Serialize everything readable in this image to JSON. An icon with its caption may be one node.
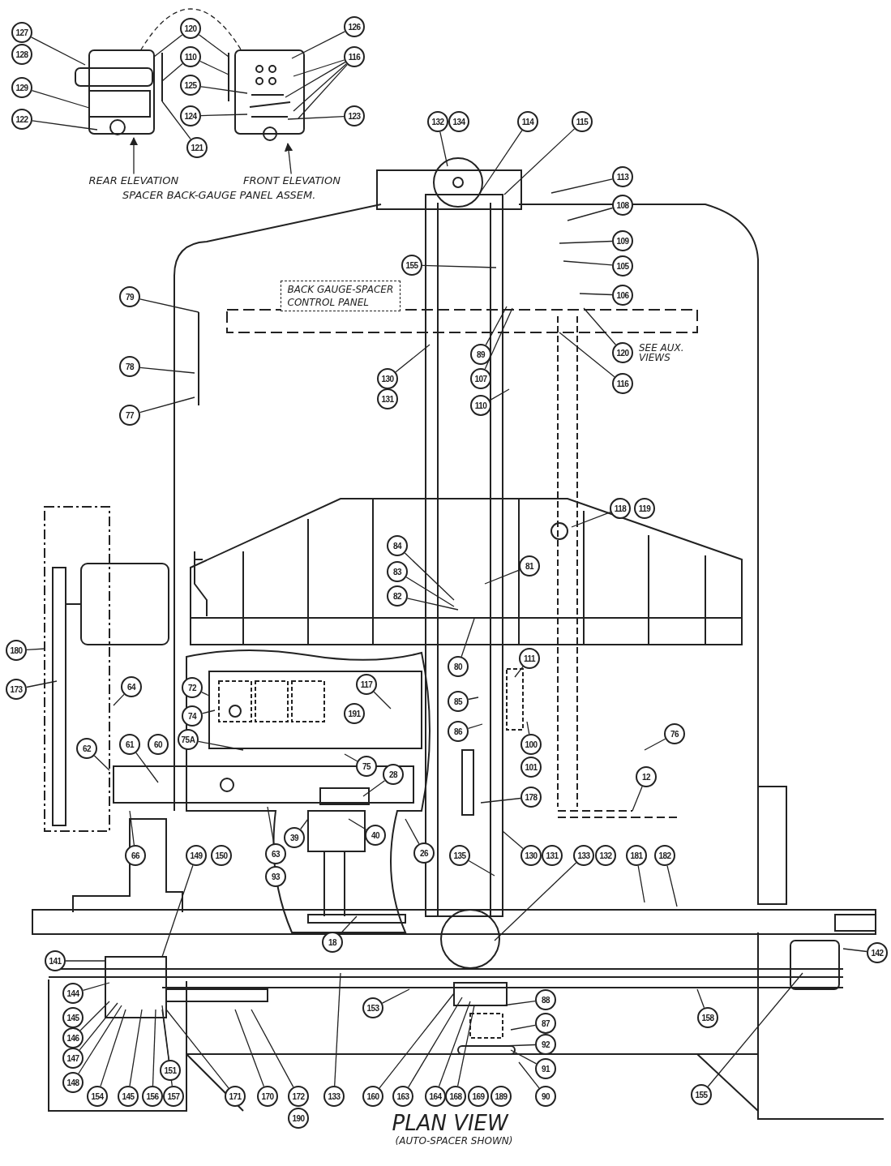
{
  "diagram": {
    "nodes": [
      {
        "text": [
          "127"
        ]
      },
      {
        "text": [
          "128"
        ]
      },
      {
        "text": [
          "120"
        ]
      },
      {
        "text": [
          "126"
        ]
      },
      {
        "text": [
          "110"
        ]
      },
      {
        "text": [
          "116"
        ]
      },
      {
        "text": [
          "129"
        ]
      },
      {
        "text": [
          "125"
        ]
      },
      {
        "text": [
          "122"
        ]
      },
      {
        "text": [
          "124"
        ]
      },
      {
        "text": [
          "123"
        ]
      },
      {
        "text": [
          "121"
        ]
      },
      {
        "text": [
          "REAR ELEVATION"
        ]
      },
      {
        "text": [
          "FRONT ELEVATION"
        ]
      },
      {
        "text": [
          "132"
        ]
      },
      {
        "text": [
          "134"
        ]
      },
      {
        "text": [
          "114"
        ]
      },
      {
        "text": [
          "115"
        ]
      },
      {
        "text": [
          "113"
        ]
      },
      {
        "text": [
          "108"
        ]
      },
      {
        "text": [
          "109"
        ]
      },
      {
        "text": [
          "105"
        ]
      },
      {
        "text": [
          "155"
        ]
      },
      {
        "text": [
          "106"
        ]
      },
      {
        "text": [
          "BACK GAUGE-SPACER",
          "CONTROL PANEL"
        ]
      },
      {
        "text": [
          "79"
        ]
      },
      {
        "text": [
          "120"
        ],
        "beside": [
          "SEE AUX. VIEWS"
        ]
      },
      {
        "text": [
          "89"
        ]
      },
      {
        "text": [
          "78"
        ]
      },
      {
        "text": [
          "130"
        ]
      },
      {
        "text": [
          "107"
        ]
      },
      {
        "text": [
          "116"
        ]
      },
      {
        "text": [
          "131"
        ]
      },
      {
        "text": [
          "110"
        ]
      },
      {
        "text": [
          "77"
        ]
      },
      {
        "text": [
          "118"
        ]
      },
      {
        "text": [
          "119"
        ]
      },
      {
        "text": [
          "84"
        ]
      },
      {
        "text": [
          "81"
        ]
      },
      {
        "text": [
          "83"
        ]
      },
      {
        "text": [
          "82"
        ]
      },
      {
        "text": [
          "180"
        ]
      },
      {
        "text": [
          "80"
        ]
      },
      {
        "text": [
          "111"
        ]
      },
      {
        "text": [
          "117"
        ]
      },
      {
        "text": [
          "64"
        ]
      },
      {
        "text": [
          "72"
        ]
      },
      {
        "text": [
          "173"
        ]
      },
      {
        "text": [
          "85"
        ]
      },
      {
        "text": [
          "191"
        ]
      },
      {
        "text": [
          "74"
        ]
      },
      {
        "text": [
          "86"
        ]
      },
      {
        "text": [
          "76"
        ]
      },
      {
        "text": [
          "75A"
        ]
      },
      {
        "text": [
          "62"
        ]
      },
      {
        "text": [
          "61"
        ]
      },
      {
        "text": [
          "60"
        ]
      },
      {
        "text": [
          "100"
        ]
      },
      {
        "text": [
          "75"
        ]
      },
      {
        "text": [
          "101"
        ]
      },
      {
        "text": [
          "28"
        ]
      },
      {
        "text": [
          "12"
        ]
      },
      {
        "text": [
          "178"
        ]
      },
      {
        "text": [
          "39"
        ]
      },
      {
        "text": [
          "40"
        ]
      },
      {
        "text": [
          "63"
        ]
      },
      {
        "text": [
          "66"
        ]
      },
      {
        "text": [
          "149"
        ]
      },
      {
        "text": [
          "150"
        ]
      },
      {
        "text": [
          "26"
        ]
      },
      {
        "text": [
          "135"
        ]
      },
      {
        "text": [
          "130"
        ]
      },
      {
        "text": [
          "131"
        ]
      },
      {
        "text": [
          "133"
        ]
      },
      {
        "text": [
          "132"
        ]
      },
      {
        "text": [
          "181"
        ]
      },
      {
        "text": [
          "182"
        ]
      },
      {
        "text": [
          "93"
        ]
      },
      {
        "text": [
          "18"
        ]
      },
      {
        "text": [
          "142"
        ]
      },
      {
        "text": [
          "141"
        ]
      },
      {
        "text": [
          "144"
        ]
      },
      {
        "text": [
          "153"
        ]
      },
      {
        "text": [
          "88"
        ]
      },
      {
        "text": [
          "158"
        ]
      },
      {
        "text": [
          "145"
        ]
      },
      {
        "text": [
          "87"
        ]
      },
      {
        "text": [
          "146"
        ]
      },
      {
        "text": [
          "92"
        ]
      },
      {
        "text": [
          "147"
        ]
      },
      {
        "text": [
          "91"
        ]
      },
      {
        "text": [
          "151"
        ]
      },
      {
        "text": [
          "148"
        ]
      },
      {
        "text": [
          "154"
        ]
      },
      {
        "text": [
          "145"
        ]
      },
      {
        "text": [
          "156"
        ]
      },
      {
        "text": [
          "157"
        ]
      },
      {
        "text": [
          "171"
        ]
      },
      {
        "text": [
          "170"
        ]
      },
      {
        "text": [
          "172"
        ]
      },
      {
        "text": [
          "133"
        ]
      },
      {
        "text": [
          "160"
        ]
      },
      {
        "text": [
          "163"
        ]
      },
      {
        "text": [
          "164"
        ]
      },
      {
        "text": [
          "168"
        ]
      },
      {
        "text": [
          "169"
        ]
      },
      {
        "text": [
          "189"
        ]
      },
      {
        "text": [
          "90"
        ]
      },
      {
        "text": [
          "155"
        ]
      },
      {
        "text": [
          "190"
        ]
      },
      {
        "text": [],
        "shape": "picture"
      },
      {
        "text": [],
        "shape": "picture"
      }
    ],
    "edges": [
      {
        "from": 0,
        "to": 110,
        "arrow": "none"
      },
      {
        "from": 2,
        "to": 110,
        "arrow": "none"
      },
      {
        "from": 2,
        "to": 111,
        "arrow": "none"
      },
      {
        "from": 3,
        "to": 111,
        "arrow": "none"
      },
      {
        "from": 4,
        "to": 110,
        "arrow": "none"
      },
      {
        "from": 4,
        "to": 111,
        "arrow": "none"
      },
      {
        "from": 5,
        "to": 111,
        "arrow": "none"
      },
      {
        "from": 5,
        "to": 111,
        "arrow": "none"
      },
      {
        "from": 5,
        "to": 111,
        "arrow": "none"
      },
      {
        "from": 5,
        "to": 111,
        "arrow": "none"
      },
      {
        "from": 6,
        "to": 110,
        "arrow": "none"
      },
      {
        "from": 7,
        "to": 111,
        "arrow": "none"
      },
      {
        "from": 8,
        "to": 110,
        "arrow": "none"
      },
      {
        "from": 9,
        "to": 111,
        "arrow": "none"
      },
      {
        "from": 10,
        "to": 111,
        "arrow": "none"
      },
      {
        "from": 11,
        "to": 110,
        "arrow": "none"
      },
      {
        "from": 12,
        "to": 110,
        "arrow": "to"
      },
      {
        "from": 13,
        "to": 111,
        "arrow": "to"
      },
      {
        "from": 14,
        "to": null,
        "arrow": "none"
      },
      {
        "from": 16,
        "to": null,
        "arrow": "none"
      },
      {
        "from": 17,
        "to": null,
        "arrow": "none"
      },
      {
        "from": 18,
        "to": null,
        "arrow": "none"
      },
      {
        "from": 19,
        "to": null,
        "arrow": "none"
      },
      {
        "from": 20,
        "to": null,
        "arrow": "none"
      },
      {
        "from": 21,
        "to": null,
        "arrow": "none"
      },
      {
        "from": 22,
        "to": null,
        "arrow": "none"
      },
      {
        "from": 23,
        "to": null,
        "arrow": "none"
      },
      {
        "from": 25,
        "to": null,
        "arrow": "none"
      },
      {
        "from": 26,
        "to": null,
        "arrow": "none"
      },
      {
        "from": 27,
        "to": null,
        "arrow": "none"
      },
      {
        "from": 28,
        "to": null,
        "arrow": "none"
      },
      {
        "from": 29,
        "to": null,
        "arrow": "none"
      },
      {
        "from": 30,
        "to": null,
        "arrow": "none"
      },
      {
        "from": 31,
        "to": null,
        "arrow": "none"
      },
      {
        "from": 33,
        "to": null,
        "arrow": "none"
      },
      {
        "from": 34,
        "to": null,
        "arrow": "none"
      },
      {
        "from": 35,
        "to": null,
        "arrow": "none"
      },
      {
        "from": 37,
        "to": null,
        "arrow": "none"
      },
      {
        "from": 38,
        "to": null,
        "arrow": "none"
      },
      {
        "from": 39,
        "to": null,
        "arrow": "none"
      },
      {
        "from": 40,
        "to": null,
        "arrow": "none"
      },
      {
        "from": 41,
        "to": null,
        "arrow": "none"
      },
      {
        "from": 42,
        "to": null,
        "arrow": "none"
      },
      {
        "from": 43,
        "to": null,
        "arrow": "none"
      },
      {
        "from": 45,
        "to": null,
        "arrow": "none"
      },
      {
        "from": 46,
        "to": null,
        "arrow": "none"
      },
      {
        "from": 47,
        "to": null,
        "arrow": "none"
      },
      {
        "from": 48,
        "to": null,
        "arrow": "none"
      },
      {
        "from": 44,
        "to": null,
        "arrow": "none"
      },
      {
        "from": 50,
        "to": null,
        "arrow": "none"
      },
      {
        "from": 51,
        "to": null,
        "arrow": "none"
      },
      {
        "from": 52,
        "to": null,
        "arrow": "none"
      },
      {
        "from": 53,
        "to": null,
        "arrow": "none"
      },
      {
        "from": 54,
        "to": null,
        "arrow": "none"
      },
      {
        "from": 55,
        "to": null,
        "arrow": "none"
      },
      {
        "from": 57,
        "to": null,
        "arrow": "none"
      },
      {
        "from": 58,
        "to": null,
        "arrow": "none"
      },
      {
        "from": 60,
        "to": null,
        "arrow": "none"
      },
      {
        "from": 61,
        "to": null,
        "arrow": "none"
      },
      {
        "from": 62,
        "to": null,
        "arrow": "none"
      },
      {
        "from": 63,
        "to": null,
        "arrow": "none"
      },
      {
        "from": 64,
        "to": null,
        "arrow": "none"
      },
      {
        "from": 65,
        "to": null,
        "arrow": "none"
      },
      {
        "from": 66,
        "to": null,
        "arrow": "none"
      },
      {
        "from": 67,
        "to": null,
        "arrow": "none"
      },
      {
        "from": 69,
        "to": null,
        "arrow": "none"
      },
      {
        "from": 70,
        "to": null,
        "arrow": "none"
      },
      {
        "from": 71,
        "to": null,
        "arrow": "none"
      },
      {
        "from": 73,
        "to": null,
        "arrow": "none"
      },
      {
        "from": 75,
        "to": null,
        "arrow": "none"
      },
      {
        "from": 76,
        "to": null,
        "arrow": "none"
      },
      {
        "from": 78,
        "to": null,
        "arrow": "none"
      },
      {
        "from": 79,
        "to": null,
        "arrow": "none"
      },
      {
        "from": 80,
        "to": null,
        "arrow": "none"
      },
      {
        "from": 81,
        "to": null,
        "arrow": "none"
      },
      {
        "from": 82,
        "to": null,
        "arrow": "none"
      },
      {
        "from": 83,
        "to": null,
        "arrow": "none"
      },
      {
        "from": 84,
        "to": null,
        "arrow": "none"
      },
      {
        "from": 86,
        "to": null,
        "arrow": "none"
      },
      {
        "from": 87,
        "to": null,
        "arrow": "none"
      },
      {
        "from": 88,
        "to": null,
        "arrow": "none"
      },
      {
        "from": 89,
        "to": null,
        "arrow": "none"
      },
      {
        "from": 90,
        "to": null,
        "arrow": "none"
      },
      {
        "from": 91,
        "to": null,
        "arrow": "none"
      },
      {
        "from": 92,
        "to": null,
        "arrow": "none"
      },
      {
        "from": 93,
        "to": null,
        "arrow": "none"
      },
      {
        "from": 94,
        "to": null,
        "arrow": "none"
      },
      {
        "from": 95,
        "to": null,
        "arrow": "none"
      },
      {
        "from": 96,
        "to": null,
        "arrow": "none"
      },
      {
        "from": 97,
        "to": null,
        "arrow": "none"
      },
      {
        "from": 98,
        "to": null,
        "arrow": "none"
      },
      {
        "from": 99,
        "to": null,
        "arrow": "none"
      },
      {
        "from": 100,
        "to": null,
        "arrow": "none"
      },
      {
        "from": 101,
        "to": null,
        "arrow": "none"
      },
      {
        "from": 102,
        "to": null,
        "arrow": "none"
      },
      {
        "from": 103,
        "to": null,
        "arrow": "none"
      },
      {
        "from": 104,
        "to": null,
        "arrow": "none"
      },
      {
        "from": 107,
        "to": null,
        "arrow": "none"
      },
      {
        "from": 108,
        "to": null,
        "arrow": "none"
      },
      {
        "from": 110,
        "to": 111,
        "arrow": "none",
        "style": "dashed"
      }
    ],
    "labels": [
      "SPACER BACK-GAUGE PANEL ASSEM.",
      "PLAN VIEW",
      "(AUTO-SPACER SHOWN)"
    ]
  }
}
